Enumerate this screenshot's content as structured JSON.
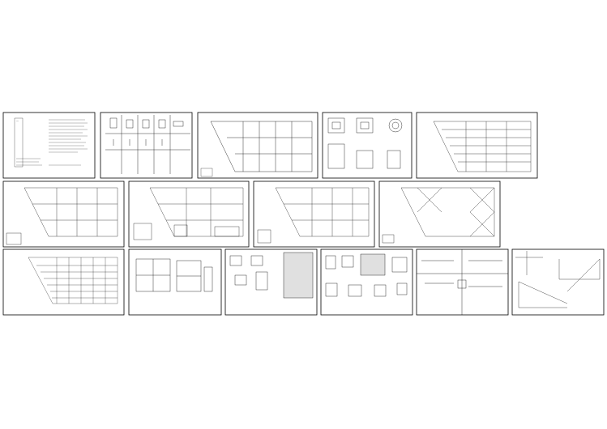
{
  "drawing_set": {
    "sheets": [
      {
        "id": "sheet-1",
        "kind": "notes"
      },
      {
        "id": "sheet-2",
        "kind": "detail-table"
      },
      {
        "id": "sheet-3",
        "kind": "plan-grid"
      },
      {
        "id": "sheet-4",
        "kind": "footing-details"
      },
      {
        "id": "sheet-5",
        "kind": "plan-dense"
      },
      {
        "id": "sheet-6",
        "kind": "plan-grid"
      },
      {
        "id": "sheet-7",
        "kind": "plan-with-details"
      },
      {
        "id": "sheet-8",
        "kind": "plan-grid"
      },
      {
        "id": "sheet-9",
        "kind": "plan-bracing"
      },
      {
        "id": "sheet-10",
        "kind": "plan-hatched"
      },
      {
        "id": "sheet-11",
        "kind": "elevation"
      },
      {
        "id": "sheet-12",
        "kind": "connection-details"
      },
      {
        "id": "sheet-13",
        "kind": "connection-details"
      },
      {
        "id": "sheet-14",
        "kind": "section-details"
      },
      {
        "id": "sheet-15",
        "kind": "stair-details"
      }
    ]
  }
}
